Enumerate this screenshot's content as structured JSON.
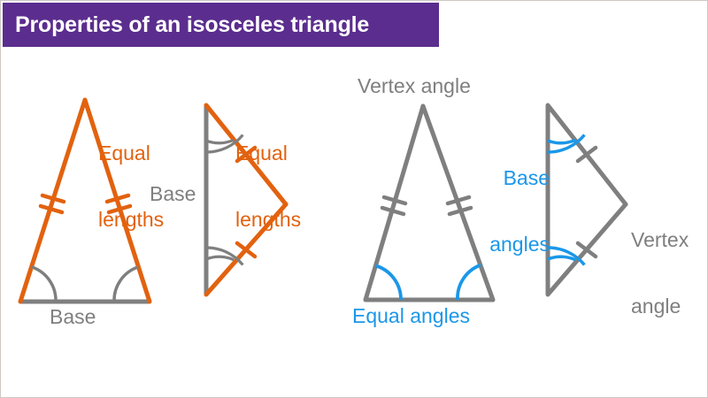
{
  "title": "Properties of an isosceles triangle",
  "colors": {
    "title_bar": "#5B2D8E",
    "title_text": "#FFFFFF",
    "orange": "#E2620F",
    "gray": "#7F7F7F",
    "blue": "#1B97E8",
    "background": "#FFFFFF"
  },
  "figures": [
    {
      "id": "triangle-1",
      "orientation": "upright",
      "description": "Upright isosceles triangle with orange equal legs and gray base",
      "labels": [
        {
          "name": "equal-lengths-label",
          "text": "Equal\nlengths",
          "color": "orange"
        },
        {
          "name": "base-label",
          "text": "Base",
          "color": "gray"
        }
      ],
      "marks": {
        "tick_marks": "double",
        "tick_color": "orange",
        "angle_arcs": "single",
        "arc_color": "gray"
      }
    },
    {
      "id": "triangle-2",
      "orientation": "rotated-right",
      "description": "Isosceles triangle rotated so the gray base is vertical and the apex points right",
      "labels": [
        {
          "name": "equal-lengths-label",
          "text": "Equal\nlengths",
          "color": "orange"
        },
        {
          "name": "base-label",
          "text": "Base",
          "color": "gray"
        }
      ],
      "marks": {
        "tick_marks": "single",
        "tick_color": "orange",
        "angle_arcs": "double",
        "arc_color": "gray"
      }
    },
    {
      "id": "triangle-3",
      "orientation": "upright",
      "description": "Upright isosceles triangle drawn in gray with blue base angle arcs",
      "labels": [
        {
          "name": "vertex-angle-label",
          "text": "Vertex angle",
          "color": "gray"
        },
        {
          "name": "base-angles-label",
          "text": "Base\nangles",
          "color": "blue"
        },
        {
          "name": "equal-angles-label",
          "text": "Equal angles",
          "color": "blue"
        }
      ],
      "marks": {
        "tick_marks": "double",
        "tick_color": "gray",
        "angle_arcs": "single",
        "arc_color": "blue"
      }
    },
    {
      "id": "triangle-4",
      "orientation": "rotated-right",
      "description": "Gray isosceles triangle rotated with vertical base and apex pointing right, blue double base angle arcs",
      "labels": [
        {
          "name": "base-angles-label",
          "text": "Base\nangles",
          "color": "blue"
        },
        {
          "name": "vertex-angle-label",
          "text": "Vertex\nangle",
          "color": "gray"
        }
      ],
      "marks": {
        "tick_marks": "single",
        "tick_color": "gray",
        "angle_arcs": "double",
        "arc_color": "blue"
      }
    }
  ],
  "text_labels": {
    "t1_equal_lengths_line1": "Equal",
    "t1_equal_lengths_line2": "lengths",
    "t1_base": "Base",
    "t2_equal_lengths_line1": "Equal",
    "t2_equal_lengths_line2": "lengths",
    "t2_base": "Base",
    "t3_vertex_angle": "Vertex angle",
    "t3_base_angles_line1": "Base",
    "t3_base_angles_line2": "angles",
    "t3_equal_angles": "Equal angles",
    "t4_vertex_angle_line1": "Vertex",
    "t4_vertex_angle_line2": "angle"
  }
}
